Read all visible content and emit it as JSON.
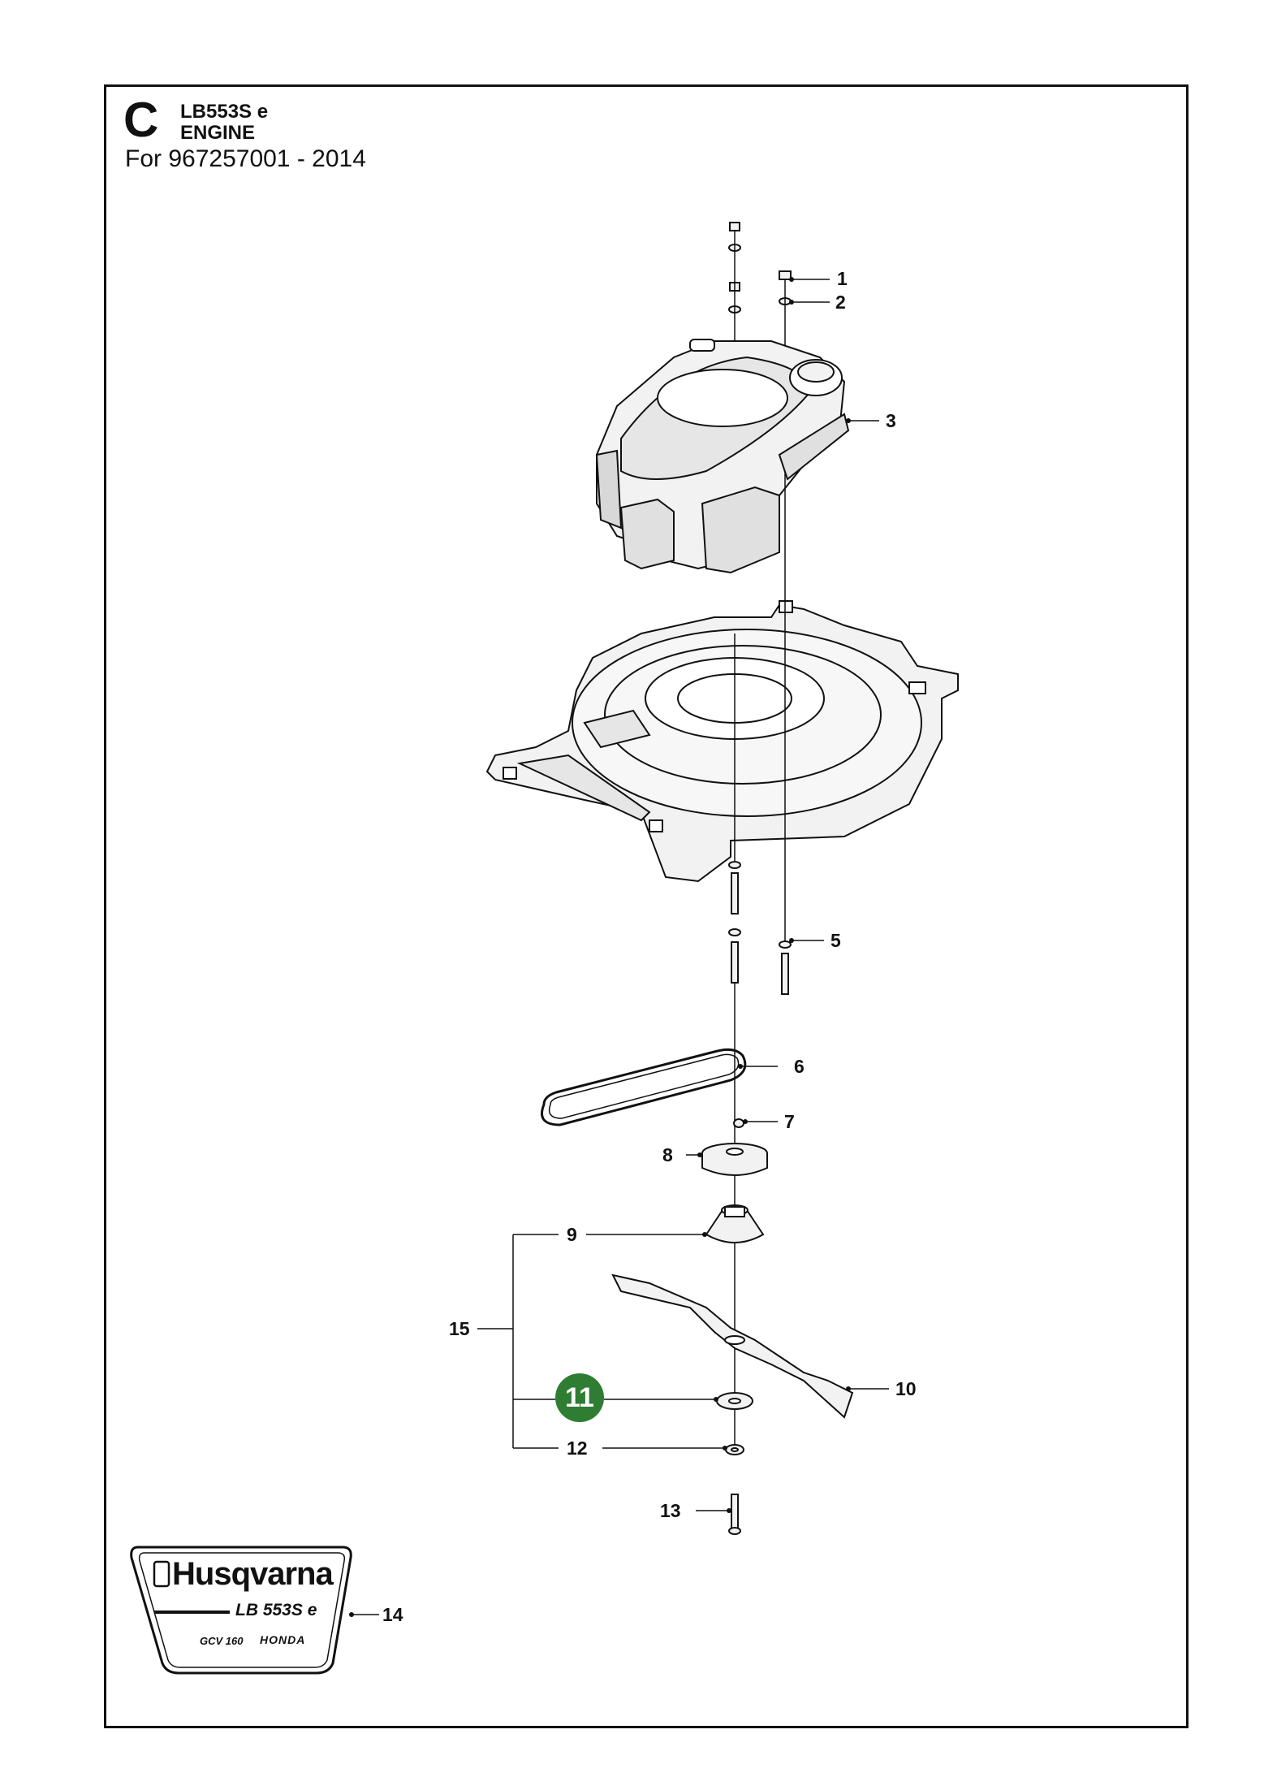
{
  "header": {
    "section_letter": "C",
    "model": "LB553S e",
    "section_name": "ENGINE",
    "for_line": "For 967257001 - 2014"
  },
  "callouts": [
    {
      "id": "1",
      "label": "1"
    },
    {
      "id": "2",
      "label": "2"
    },
    {
      "id": "3",
      "label": "3"
    },
    {
      "id": "5",
      "label": "5"
    },
    {
      "id": "6",
      "label": "6"
    },
    {
      "id": "7",
      "label": "7"
    },
    {
      "id": "8",
      "label": "8"
    },
    {
      "id": "9",
      "label": "9"
    },
    {
      "id": "10",
      "label": "10"
    },
    {
      "id": "11",
      "label": "11"
    },
    {
      "id": "12",
      "label": "12"
    },
    {
      "id": "13",
      "label": "13"
    },
    {
      "id": "14",
      "label": "14"
    },
    {
      "id": "15",
      "label": "15"
    }
  ],
  "highlight": {
    "label": "11",
    "color": "#2e7d32"
  },
  "decal": {
    "brand": "Husqvarna",
    "model": "LB 553S e",
    "engine": "GCV 160",
    "engine_brand": "HONDA"
  },
  "colors": {
    "line": "#111111",
    "part_fill": "#f2f2f2",
    "highlight": "#2e7d32"
  }
}
